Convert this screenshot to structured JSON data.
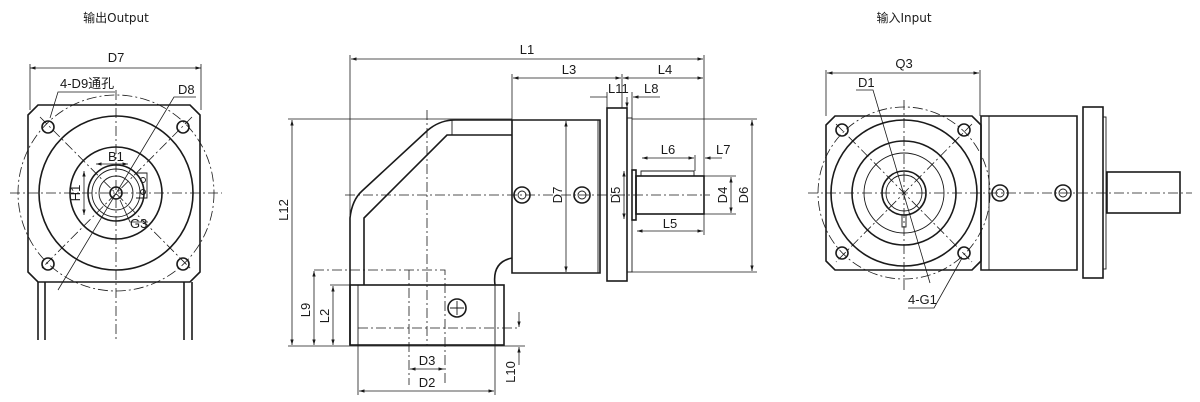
{
  "titles": {
    "output": "输出Output",
    "input": "输入Input"
  },
  "output_view": {
    "D7": "D7",
    "holes": "4-D9通孔",
    "D8": "D8",
    "B1": "B1",
    "H1": "H1",
    "G3": "G3"
  },
  "side_view": {
    "L1": "L1",
    "L3": "L3",
    "L4": "L4",
    "L11": "L11",
    "L8": "L8",
    "L6": "L6",
    "L7": "L7",
    "L5": "L5",
    "D7": "D7",
    "D5": "D5",
    "D4": "D4",
    "D6": "D6",
    "L12": "L12",
    "L9": "L9",
    "L2": "L2",
    "L10": "L10",
    "D3": "D3",
    "D2": "D2"
  },
  "input_view": {
    "Q3": "Q3",
    "D1": "D1",
    "holes": "4-G1"
  }
}
